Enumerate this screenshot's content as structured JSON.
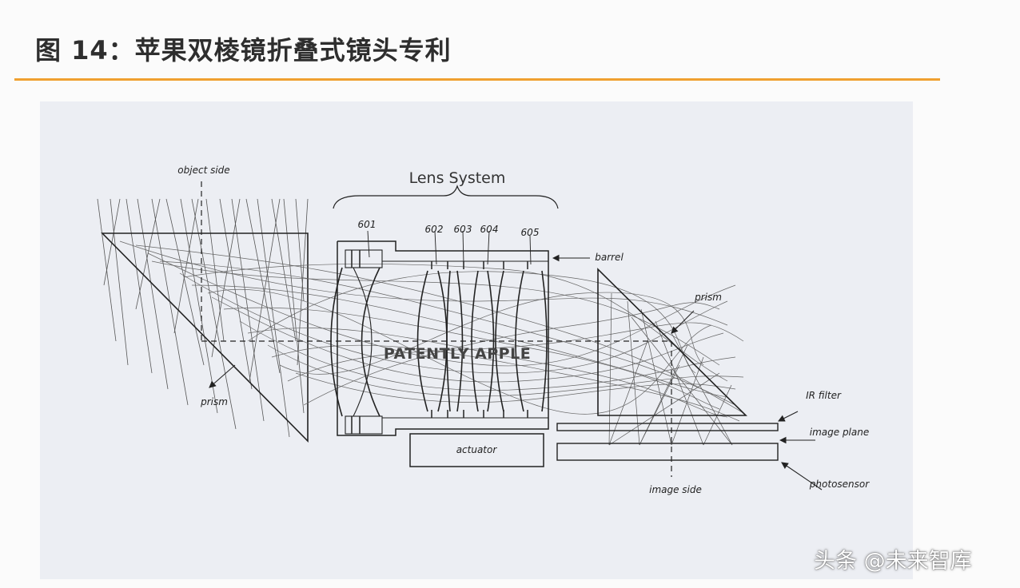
{
  "header": {
    "title": "图 14：苹果双棱镜折叠式镜头专利"
  },
  "diagram": {
    "lens_system_label": "Lens System",
    "object_side_label": "object side",
    "image_side_label": "image side",
    "left_prism_label": "prism",
    "right_prism_label": "prism",
    "barrel_label": "barrel",
    "ir_filter_label": "IR filter",
    "image_plane_label": "image plane",
    "photosensor_label": "photosensor",
    "actuator_label": "actuator",
    "watermark_text": "PATENTLY APPLE",
    "lens_labels": [
      "601",
      "602",
      "603",
      "604",
      "605"
    ]
  },
  "footer": {
    "source": "头条 @未来智库"
  }
}
